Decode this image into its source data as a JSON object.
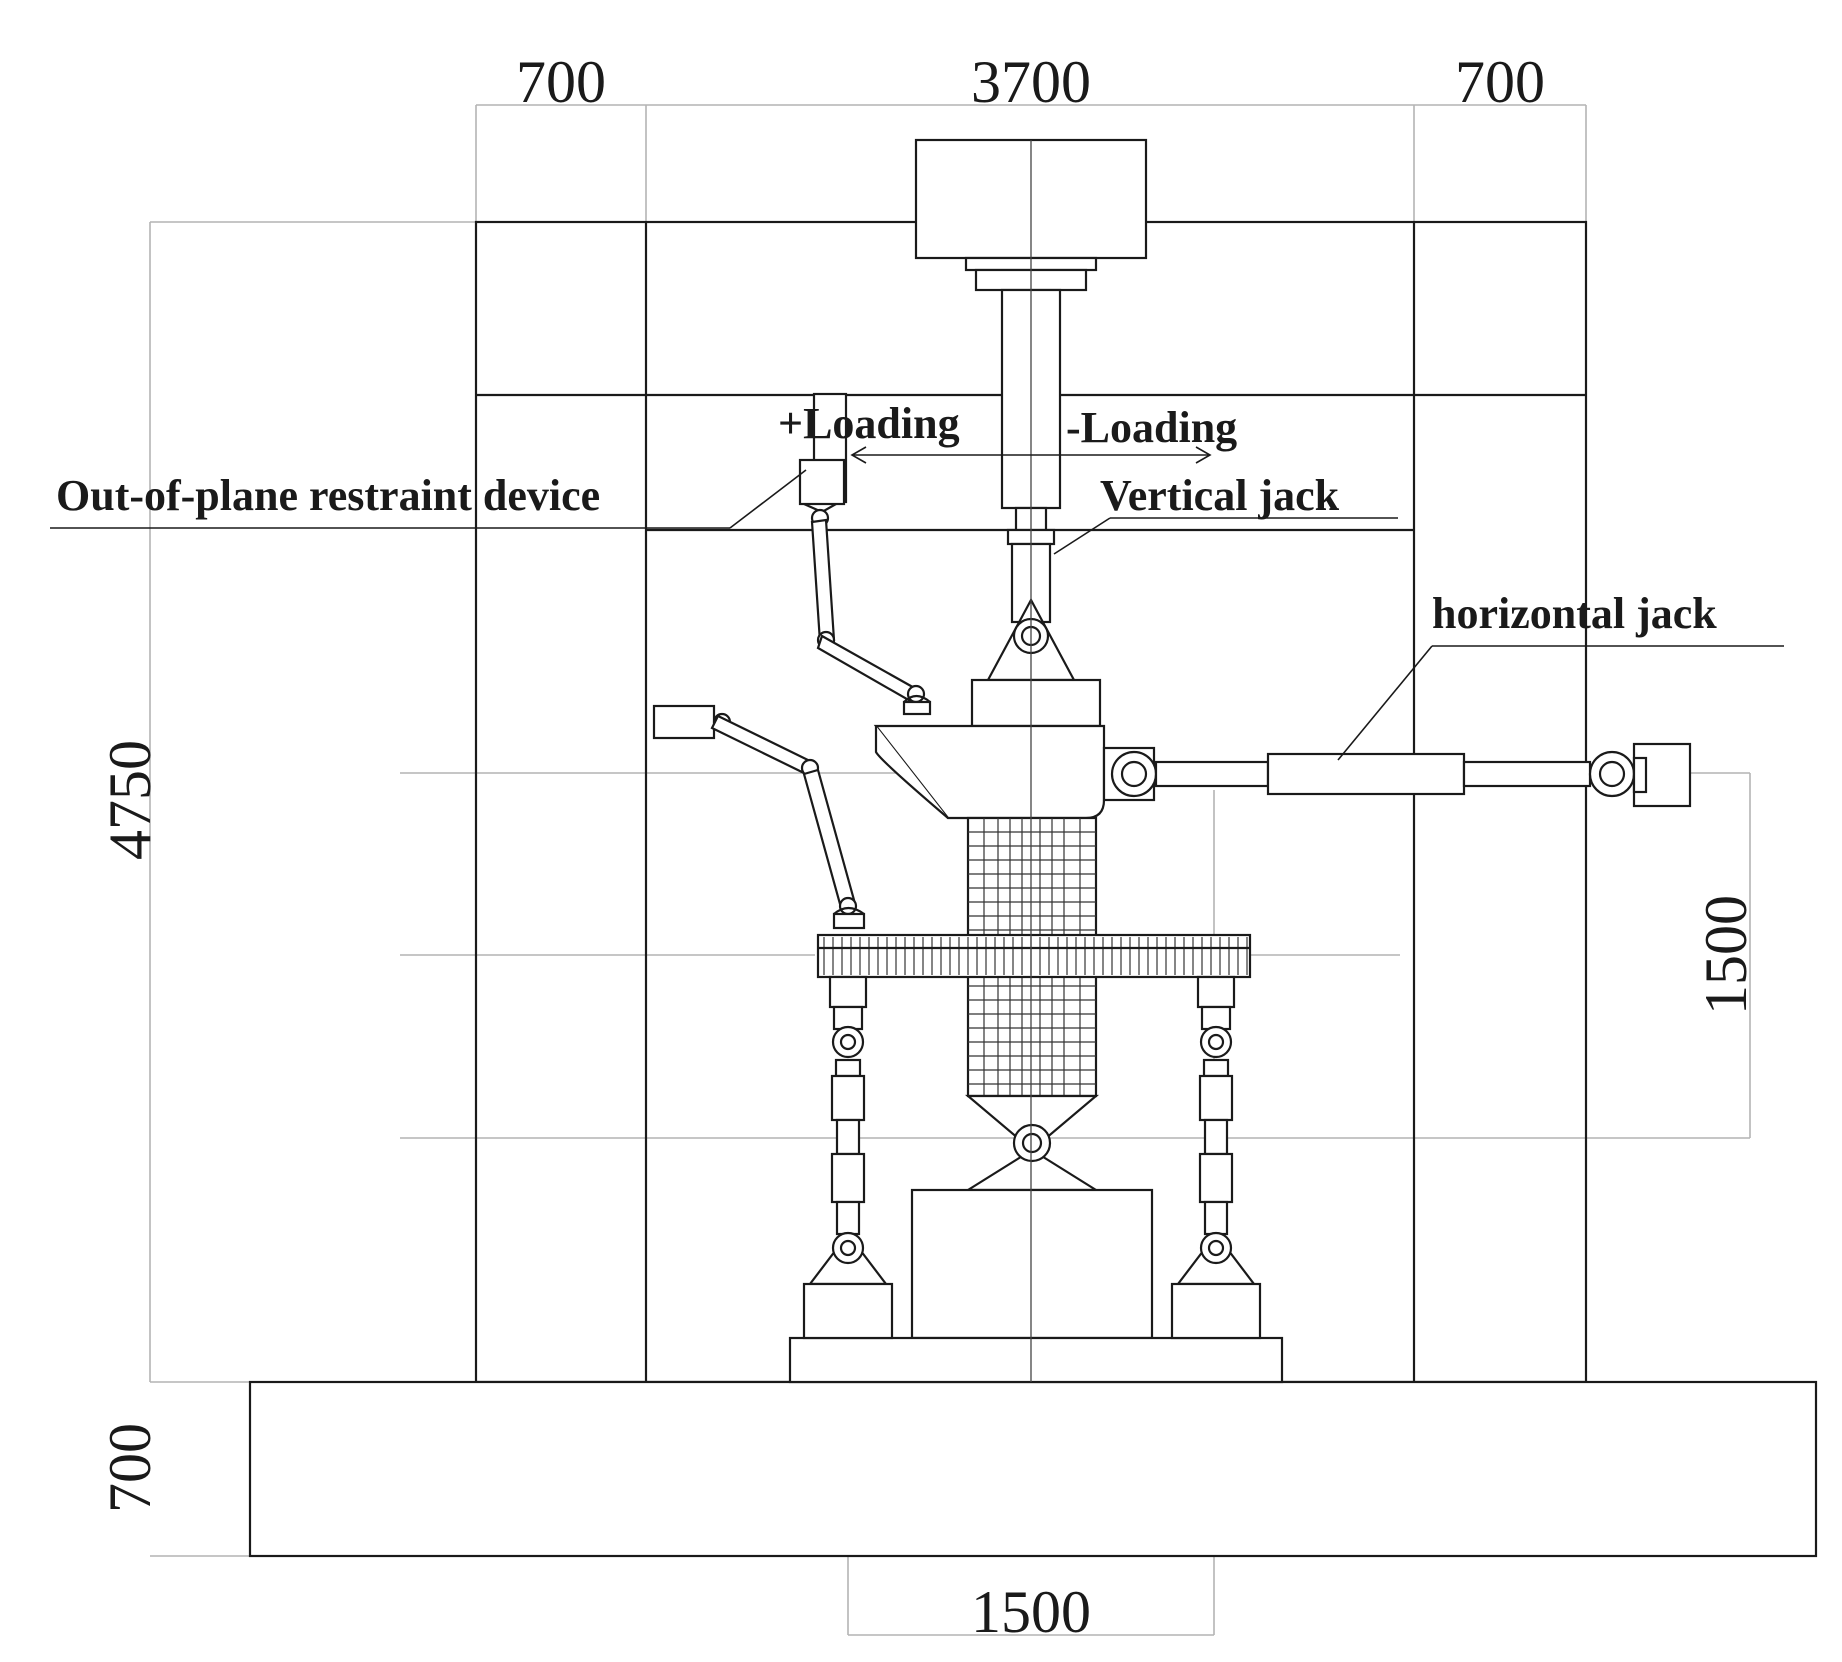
{
  "dimensions": {
    "left_column": "700",
    "center_span": "3700",
    "right_column": "700",
    "total_height": "4750",
    "base_height": "700",
    "specimen_height": "1500",
    "support_span": "1500"
  },
  "labels": {
    "plus_loading": "+Loading",
    "minus_loading": "-Loading",
    "restraint": "Out-of-plane restraint device",
    "vertical_jack": "Vertical jack",
    "horizontal_jack": "horizontal jack"
  }
}
